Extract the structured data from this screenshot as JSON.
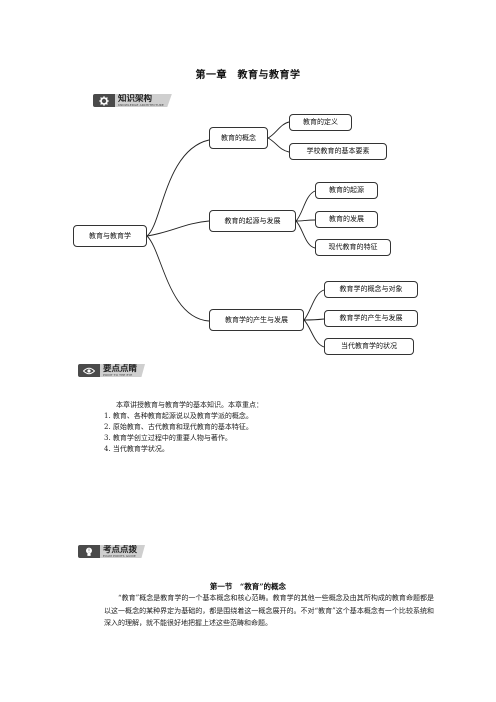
{
  "chapter_title": "第一章　教育与教育学",
  "banners": {
    "knowledge": {
      "title": "知识架构",
      "subtitle": "KNOWLEDGE ARCHITECTURE",
      "icon": "gear-icon"
    },
    "key_points": {
      "title": "要点点睛",
      "subtitle": "POINT TO THE EYE",
      "icon": "eye-icon"
    },
    "exam_points": {
      "title": "考点点拨",
      "subtitle": "EXAM POINTS GUIDE",
      "icon": "lightbulb-icon"
    }
  },
  "mindmap": {
    "root": "教育与教育学",
    "branches": [
      {
        "label": "教育的概念",
        "children": [
          "教育的定义",
          "学校教育的基本要素"
        ]
      },
      {
        "label": "教育的起源与发展",
        "children": [
          "教育的起源",
          "教育的发展",
          "现代教育的特征"
        ]
      },
      {
        "label": "教育学的产生与发展",
        "children": [
          "教育学的概念与对象",
          "教育学的产生与发展",
          "当代教育学的状况"
        ]
      }
    ]
  },
  "key_points": {
    "intro": "本章讲授教育与教育学的基本知识。本章重点：",
    "items": [
      "1.  教育、各种教育起源说以及教育学派的概念。",
      "2.  原始教育、古代教育和现代教育的基本特征。",
      "3.  教育学创立过程中的重要人物与著作。",
      "4.  当代教育学状况。"
    ]
  },
  "section": {
    "title": "第一节　“教育”的概念",
    "paragraph": "“教育”概念是教育学的一个基本概念和核心范畴。教育学的其他一些概念及由其所构成的教育命题都是以这一概念的某种界定为基础的，都是围绕着这一概念展开的。不对“教育”这个基本概念有一个比较系统和深入的理解，就不能很好地把握上述这些范畴和命题。"
  },
  "colors": {
    "banner_dark": "#4a4a4a",
    "banner_light": "#cfcfcf",
    "line": "#222222"
  }
}
